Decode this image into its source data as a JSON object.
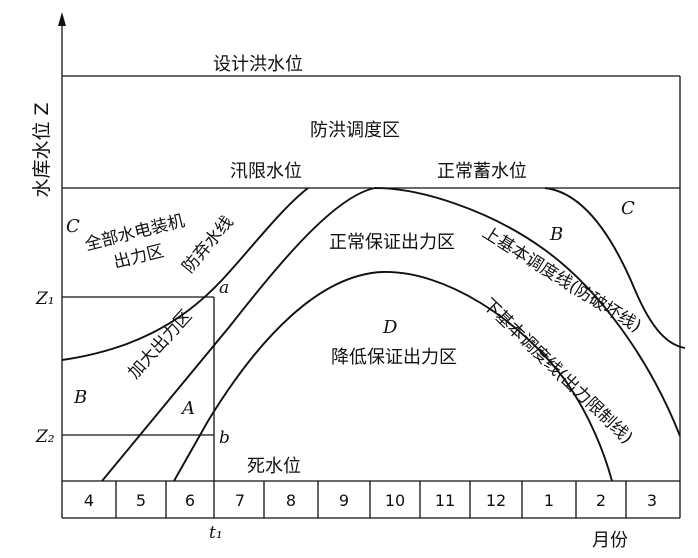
{
  "axes": {
    "y_label": "水库水位 Z",
    "x_unit": "月份",
    "z1": "Z₁",
    "z2": "Z₂",
    "t1": "t₁"
  },
  "levels": {
    "design_flood": "设计洪水位",
    "flood_limit": "汛限水位",
    "normal_storage": "正常蓄水位",
    "dead": "死水位"
  },
  "zones": {
    "flood_control": "防洪调度区",
    "full_capacity_letter": "C",
    "full_capacity_line1": "全部水电装机",
    "full_capacity_line2": "出力区",
    "right_c_letter": "C",
    "increased_output": "加大出力区",
    "left_b_letter": "B",
    "right_b_letter": "B",
    "a_zone_letter": "A",
    "normal_output": "正常保证出力区",
    "d_letter": "D",
    "reduced_output": "降低保证出力区"
  },
  "curves": {
    "spill_line": "防弃水线",
    "upper_basic": "上基本调度线(防破坏线)",
    "lower_basic": "下基本调度线(出力限制线)"
  },
  "points": {
    "a": "a",
    "b": "b"
  },
  "months": [
    "4",
    "5",
    "6",
    "7",
    "8",
    "9",
    "10",
    "11",
    "12",
    "1",
    "2",
    "3"
  ]
}
